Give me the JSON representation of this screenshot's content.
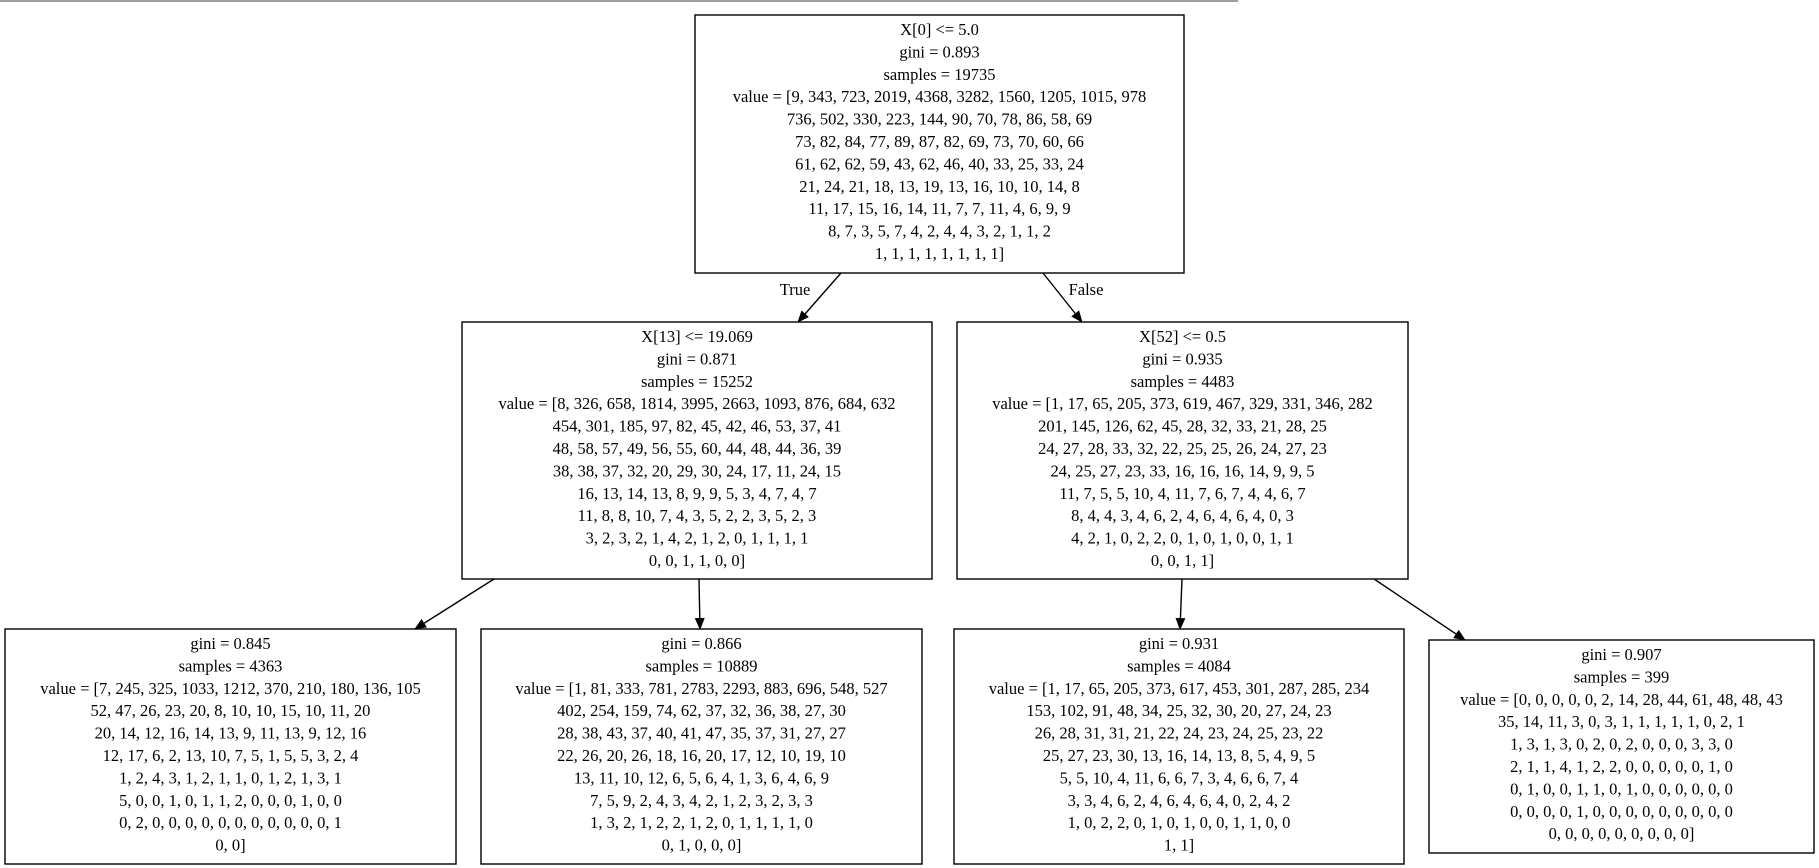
{
  "tree": {
    "nodes": [
      {
        "id": "root",
        "lines": [
          "X[0] <= 5.0",
          "gini = 0.893",
          "samples = 19735",
          "value = [9, 343, 723, 2019, 4368, 3282, 1560, 1205, 1015, 978",
          "736, 502, 330, 223, 144, 90, 70, 78, 86, 58, 69",
          "73, 82, 84, 77, 89, 87, 82, 69, 73, 70, 60, 66",
          "61, 62, 62, 59, 43, 62, 46, 40, 33, 25, 33, 24",
          "21, 24, 21, 18, 13, 19, 13, 16, 10, 10, 14, 8",
          "11, 17, 15, 16, 14, 11, 7, 7, 11, 4, 6, 9, 9",
          "8, 7, 3, 5, 7, 4, 2, 4, 4, 3, 2, 1, 1, 2",
          "1, 1, 1, 1, 1, 1, 1, 1]"
        ]
      },
      {
        "id": "left",
        "lines": [
          "X[13] <= 19.069",
          "gini = 0.871",
          "samples = 15252",
          "value = [8, 326, 658, 1814, 3995, 2663, 1093, 876, 684, 632",
          "454, 301, 185, 97, 82, 45, 42, 46, 53, 37, 41",
          "48, 58, 57, 49, 56, 55, 60, 44, 48, 44, 36, 39",
          "38, 38, 37, 32, 20, 29, 30, 24, 17, 11, 24, 15",
          "16, 13, 14, 13, 8, 9, 9, 5, 3, 4, 7, 4, 7",
          "11, 8, 8, 10, 7, 4, 3, 5, 2, 2, 3, 5, 2, 3",
          "3, 2, 3, 2, 1, 4, 2, 1, 2, 0, 1, 1, 1, 1",
          "0, 0, 1, 1, 0, 0]"
        ]
      },
      {
        "id": "right",
        "lines": [
          "X[52] <= 0.5",
          "gini = 0.935",
          "samples = 4483",
          "value = [1, 17, 65, 205, 373, 619, 467, 329, 331, 346, 282",
          "201, 145, 126, 62, 45, 28, 32, 33, 21, 28, 25",
          "24, 27, 28, 33, 32, 22, 25, 25, 26, 24, 27, 23",
          "24, 25, 27, 23, 33, 16, 16, 16, 14, 9, 9, 5",
          "11, 7, 5, 5, 10, 4, 11, 7, 6, 7, 4, 4, 6, 7",
          "8, 4, 4, 3, 4, 6, 2, 4, 6, 4, 6, 4, 0, 3",
          "4, 2, 1, 0, 2, 2, 0, 1, 0, 1, 0, 0, 1, 1",
          "0, 0, 1, 1]"
        ]
      },
      {
        "id": "leaf-ll",
        "lines": [
          "gini = 0.845",
          "samples = 4363",
          "value = [7, 245, 325, 1033, 1212, 370, 210, 180, 136, 105",
          "52, 47, 26, 23, 20, 8, 10, 10, 15, 10, 11, 20",
          "20, 14, 12, 16, 14, 13, 9, 11, 13, 9, 12, 16",
          "12, 17, 6, 2, 13, 10, 7, 5, 1, 5, 5, 3, 2, 4",
          "1, 2, 4, 3, 1, 2, 1, 1, 0, 1, 2, 1, 3, 1",
          "5, 0, 0, 1, 0, 1, 1, 2, 0, 0, 0, 1, 0, 0",
          "0, 2, 0, 0, 0, 0, 0, 0, 0, 0, 0, 0, 0, 1",
          "0, 0]"
        ]
      },
      {
        "id": "leaf-lr",
        "lines": [
          "gini = 0.866",
          "samples = 10889",
          "value = [1, 81, 333, 781, 2783, 2293, 883, 696, 548, 527",
          "402, 254, 159, 74, 62, 37, 32, 36, 38, 27, 30",
          "28, 38, 43, 37, 40, 41, 47, 35, 37, 31, 27, 27",
          "22, 26, 20, 26, 18, 16, 20, 17, 12, 10, 19, 10",
          "13, 11, 10, 12, 6, 5, 6, 4, 1, 3, 6, 4, 6, 9",
          "7, 5, 9, 2, 4, 3, 4, 2, 1, 2, 3, 2, 3, 3",
          "1, 3, 2, 1, 2, 2, 1, 2, 0, 1, 1, 1, 1, 0",
          "0, 1, 0, 0, 0]"
        ]
      },
      {
        "id": "leaf-rl",
        "lines": [
          "gini = 0.931",
          "samples = 4084",
          "value = [1, 17, 65, 205, 373, 617, 453, 301, 287, 285, 234",
          "153, 102, 91, 48, 34, 25, 32, 30, 20, 27, 24, 23",
          "26, 28, 31, 31, 21, 22, 24, 23, 24, 25, 23, 22",
          "25, 27, 23, 30, 13, 16, 14, 13, 8, 5, 4, 9, 5",
          "5, 5, 10, 4, 11, 6, 6, 7, 3, 4, 6, 6, 7, 4",
          "3, 3, 4, 6, 2, 4, 6, 4, 6, 4, 0, 2, 4, 2",
          "1, 0, 2, 2, 0, 1, 0, 1, 0, 0, 1, 1, 0, 0",
          "1, 1]"
        ]
      },
      {
        "id": "leaf-rr",
        "lines": [
          "gini = 0.907",
          "samples = 399",
          "value = [0, 0, 0, 0, 0, 2, 14, 28, 44, 61, 48, 48, 43",
          "35, 14, 11, 3, 0, 3, 1, 1, 1, 1, 1, 0, 2, 1",
          "1, 3, 1, 3, 0, 2, 0, 2, 0, 0, 0, 3, 3, 0",
          "2, 1, 1, 4, 1, 2, 2, 0, 0, 0, 0, 0, 1, 0",
          "0, 1, 0, 0, 1, 1, 0, 1, 0, 0, 0, 0, 0, 0",
          "0, 0, 0, 0, 1, 0, 0, 0, 0, 0, 0, 0, 0, 0",
          "0, 0, 0, 0, 0, 0, 0, 0, 0]"
        ]
      }
    ],
    "edge_labels": {
      "true": "True",
      "false": "False"
    }
  }
}
